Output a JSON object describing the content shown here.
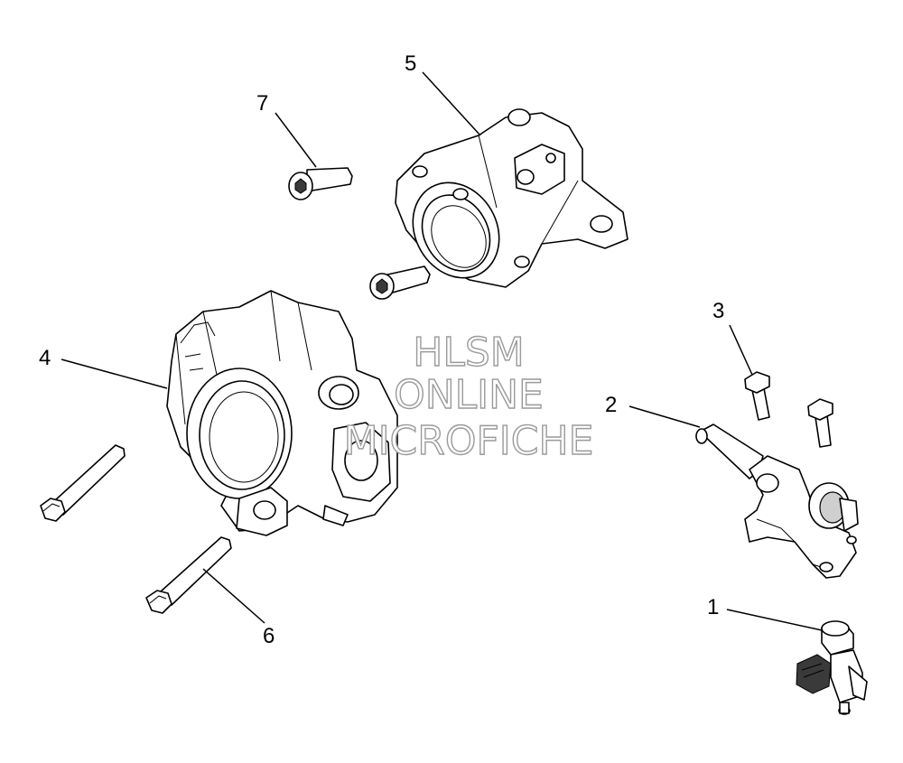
{
  "callouts": [
    {
      "id": "1",
      "label": "1"
    },
    {
      "id": "2",
      "label": "2"
    },
    {
      "id": "3",
      "label": "3"
    },
    {
      "id": "4",
      "label": "4"
    },
    {
      "id": "5",
      "label": "5"
    },
    {
      "id": "6",
      "label": "6"
    },
    {
      "id": "7",
      "label": "7"
    }
  ],
  "watermark": {
    "line1": "HLSM",
    "line2": "ONLINE",
    "line3": "MICROFICHE"
  }
}
